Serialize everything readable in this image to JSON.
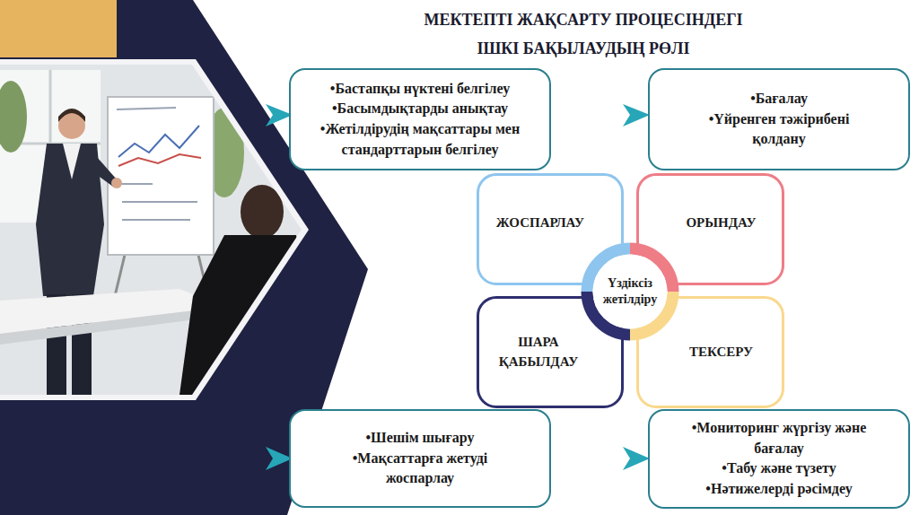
{
  "diagram": {
    "title": "МЕКТЕПТІ ЖАҚСАРТУ ПРОЦЕСІНДЕГІ ІШКІ БАҚЫЛАУДЫҢ РӨЛІ",
    "nodes": [
      {
        "text": [
          "•Бастапқы нүктені белгілеу",
          "•Басымдықтарды анықтау",
          "•Жетілдірудің мақсаттары мен стандарттарын белгілеу"
        ]
      },
      {
        "text": [
          "•Бағалау",
          "•Үйренген тәжірибені қолдану"
        ]
      },
      {
        "text": [
          "ЖОСПАРЛАУ"
        ]
      },
      {
        "text": [
          "ОРЫНДАУ"
        ]
      },
      {
        "text": [
          "ШАРА ҚАБЫЛДАУ"
        ]
      },
      {
        "text": [
          "ТЕКСЕРУ"
        ]
      },
      {
        "text": [
          "Үздіксіз жетілдіру"
        ]
      },
      {
        "text": [
          "•Шешім шығару",
          "•Мақсаттарға жетуді жоспарлау"
        ]
      },
      {
        "text": [
          "•Мониторинг жүргізу және бағалау",
          "•Табу және түзету",
          "•Нәтижелерді рәсімдеу"
        ]
      }
    ]
  }
}
